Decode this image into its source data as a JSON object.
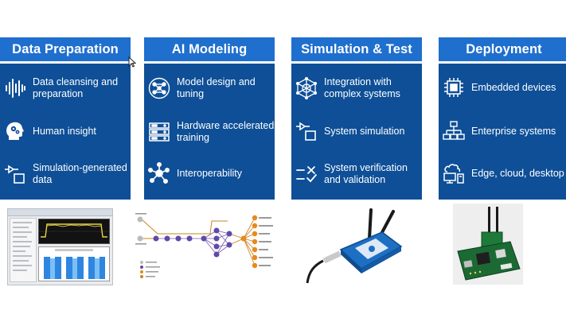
{
  "columns": [
    {
      "title": "Data Preparation",
      "items": [
        {
          "label": "Data cleansing and preparation",
          "icon": "waveform-icon"
        },
        {
          "label": "Human insight",
          "icon": "head-gears-icon"
        },
        {
          "label": "Simulation-generated data",
          "icon": "simulation-icon"
        }
      ]
    },
    {
      "title": "AI Modeling",
      "items": [
        {
          "label": "Model design and tuning",
          "icon": "neural-network-icon"
        },
        {
          "label": "Hardware accelerated training",
          "icon": "server-rack-icon"
        },
        {
          "label": "Interoperability",
          "icon": "hub-icon"
        }
      ]
    },
    {
      "title": "Simulation & Test",
      "items": [
        {
          "label": "Integration with complex systems",
          "icon": "network-sphere-icon"
        },
        {
          "label": "System simulation",
          "icon": "simulation-icon"
        },
        {
          "label": "System verification and validation",
          "icon": "check-list-icon"
        }
      ]
    },
    {
      "title": "Deployment",
      "items": [
        {
          "label": "Embedded devices",
          "icon": "chip-icon"
        },
        {
          "label": "Enterprise systems",
          "icon": "org-network-icon"
        },
        {
          "label": "Edge, cloud, desktop",
          "icon": "cloud-desktop-icon"
        }
      ]
    }
  ],
  "colors": {
    "header": "#1f6fce",
    "panel": "#0e4f97",
    "text": "#ffffff"
  },
  "images": [
    {
      "name": "app-screenshot-image"
    },
    {
      "name": "network-diagram-image"
    },
    {
      "name": "usb-radio-device-image"
    },
    {
      "name": "embedded-board-image"
    }
  ]
}
